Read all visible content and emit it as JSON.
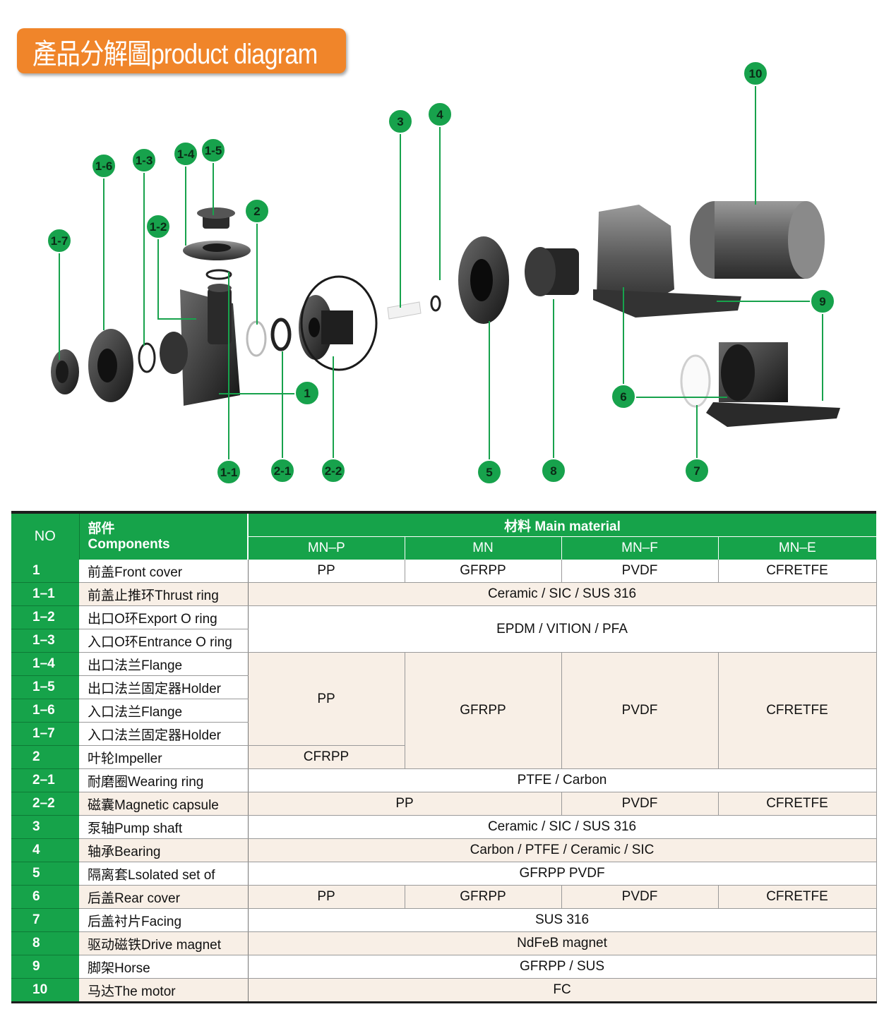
{
  "banner": {
    "title": "產品分解圖product diagram"
  },
  "callouts": [
    "1-7",
    "1-6",
    "1-3",
    "1-4",
    "1-5",
    "1-2",
    "2",
    "3",
    "4",
    "10",
    "9",
    "1",
    "6",
    "7",
    "1-1",
    "2-1",
    "2-2",
    "5",
    "8"
  ],
  "colors": {
    "accent": "#17a24c",
    "banner": "#f0852a",
    "row_alt": "#f8efe6"
  },
  "table": {
    "header": {
      "no": "NO",
      "comp_cn": "部件",
      "comp_en": "Components",
      "material": "材料 Main material",
      "models": [
        "MN–P",
        "MN",
        "MN–F",
        "MN–E"
      ]
    },
    "rows": [
      {
        "no": "1",
        "name": "前盖Front cover"
      },
      {
        "no": "1–1",
        "name": "前盖止推环Thrust ring"
      },
      {
        "no": "1–2",
        "name": "出口O环Export O ring"
      },
      {
        "no": "1–3",
        "name": "入口O环Entrance O ring"
      },
      {
        "no": "1–4",
        "name": "出口法兰Flange"
      },
      {
        "no": "1–5",
        "name": "出口法兰固定器Holder"
      },
      {
        "no": "1–6",
        "name": "入口法兰Flange"
      },
      {
        "no": "1–7",
        "name": "入口法兰固定器Holder"
      },
      {
        "no": "2",
        "name": "叶轮Impeller"
      },
      {
        "no": "2–1",
        "name": "耐磨圈Wearing ring"
      },
      {
        "no": "2–2",
        "name": "磁囊Magnetic capsule"
      },
      {
        "no": "3",
        "name": "泵轴Pump shaft"
      },
      {
        "no": "4",
        "name": "轴承Bearing"
      },
      {
        "no": "5",
        "name": "隔离套Lsolated set of"
      },
      {
        "no": "6",
        "name": "后盖Rear cover"
      },
      {
        "no": "7",
        "name": "后盖衬片Facing"
      },
      {
        "no": "8",
        "name": "驱动磁铁Drive  magnet"
      },
      {
        "no": "9",
        "name": "脚架Horse"
      },
      {
        "no": "10",
        "name": "马达The motor"
      }
    ],
    "values": {
      "r1": [
        "PP",
        "GFRPP",
        "PVDF",
        "CFRETFE"
      ],
      "r1_1": "Ceramic  /  SIC  /  SUS 316",
      "r1_2_3": "EPDM  /  VITION  /  PFA",
      "g_pp": "PP",
      "g_gfrpp": "GFRPP",
      "g_pvdf": "PVDF",
      "g_cfretfe": "CFRETFE",
      "r2_p": "CFRPP",
      "r2_1": "PTFE  /  Carbon",
      "r2_2": [
        "PP",
        "PVDF",
        "CFRETFE"
      ],
      "r3": "Ceramic  /  SIC  /  SUS 316",
      "r4": "Carbon  /  PTFE  /  Ceramic  /  SIC",
      "r5": "GFRPP  PVDF",
      "r6": [
        "PP",
        "GFRPP",
        "PVDF",
        "CFRETFE"
      ],
      "r7": "SUS 316",
      "r8": "NdFeB magnet",
      "r9": "GFRPP / SUS",
      "r10": "FC"
    }
  }
}
